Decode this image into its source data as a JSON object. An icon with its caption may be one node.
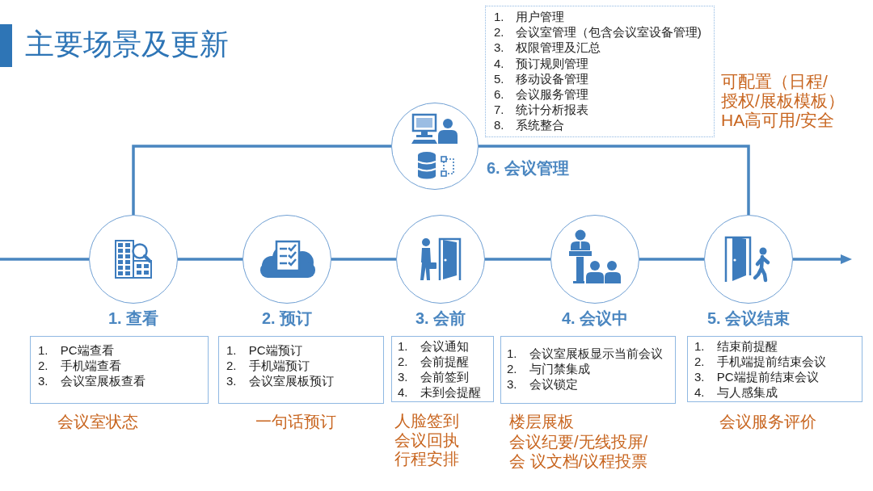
{
  "diagram": {
    "title": "主要场景及更新",
    "nodes": [
      {
        "text": [
          "1. 用户管理",
          "2. 会议室管理（包含会议室设备管理)",
          "3. 权限管理及汇总",
          "4. 预订规则管理",
          "5. 移动设备管理",
          "6. 会议服务管理",
          "7. 统计分析报表",
          "8. 系统整合"
        ],
        "beside": [
          "可配置（日程/授权/展板模板）",
          "HA高可用/安全"
        ]
      },
      {
        "text": [
          "6. 会议管理"
        ]
      },
      {
        "text": [
          "1. 查看"
        ]
      },
      {
        "text": [
          "2. 预订"
        ]
      },
      {
        "text": [
          "3. 会前"
        ]
      },
      {
        "text": [
          "4. 会议中"
        ]
      },
      {
        "text": [
          "5. 会议结束"
        ]
      },
      {
        "text": [
          "1. PC端查看",
          "2. 手机端查看",
          "3. 会议室展板查看"
        ],
        "beside": [
          "会议室状态"
        ]
      },
      {
        "text": [
          "1. PC端预订",
          "2. 手机端预订",
          "3. 会议室展板预订"
        ],
        "beside": [
          "一句话预订"
        ]
      },
      {
        "text": [
          "1. 会议通知",
          "2. 会前提醒",
          "3. 会前签到",
          "4. 未到会提醒"
        ],
        "beside": [
          "人脸签到",
          "会议回执",
          "行程安排"
        ]
      },
      {
        "text": [
          "1. 会议室展板显示当前会议",
          "2. 与门禁集成",
          "3. 会议锁定"
        ],
        "beside": [
          "楼层展板",
          "会议纪要/无线投屏/会 议文档/议程投票"
        ]
      },
      {
        "text": [
          "1. 结束前提醒",
          "2. 手机端提前结束会议",
          "3. PC端提前结束会议",
          "4. 与人感集成"
        ],
        "beside": [
          "会议服务评价"
        ]
      }
    ],
    "edges": [
      {
        "from": null,
        "to": 2,
        "arrow": "none"
      },
      {
        "from": 2,
        "to": 3,
        "arrow": "none"
      },
      {
        "from": 3,
        "to": 4,
        "arrow": "none"
      },
      {
        "from": 4,
        "to": 5,
        "arrow": "none"
      },
      {
        "from": 5,
        "to": 6,
        "arrow": "none"
      },
      {
        "from": 6,
        "to": null,
        "arrow": "to"
      },
      {
        "from": 2,
        "to": 1,
        "arrow": "none"
      },
      {
        "from": 1,
        "to": 6,
        "arrow": "none"
      }
    ]
  }
}
